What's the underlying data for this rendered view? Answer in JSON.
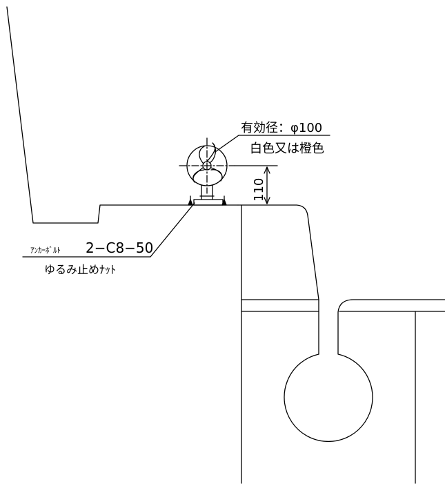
{
  "annotations": {
    "diameter_line1": "有効径：φ100",
    "diameter_line2": "白色又は橙色",
    "height_dimension": "110",
    "anchor_label_prefix": "ｱﾝｶｰﾎﾞﾙﾄ",
    "anchor_label_spec": "2−C8−50",
    "anchor_label_line2": "ゆるみ止めﾅｯﾄ"
  },
  "colors": {
    "line": "#000000",
    "background": "#ffffff"
  },
  "icons": [
    "rotating-vent-fan-icon",
    "anchor-bolt-icon"
  ]
}
